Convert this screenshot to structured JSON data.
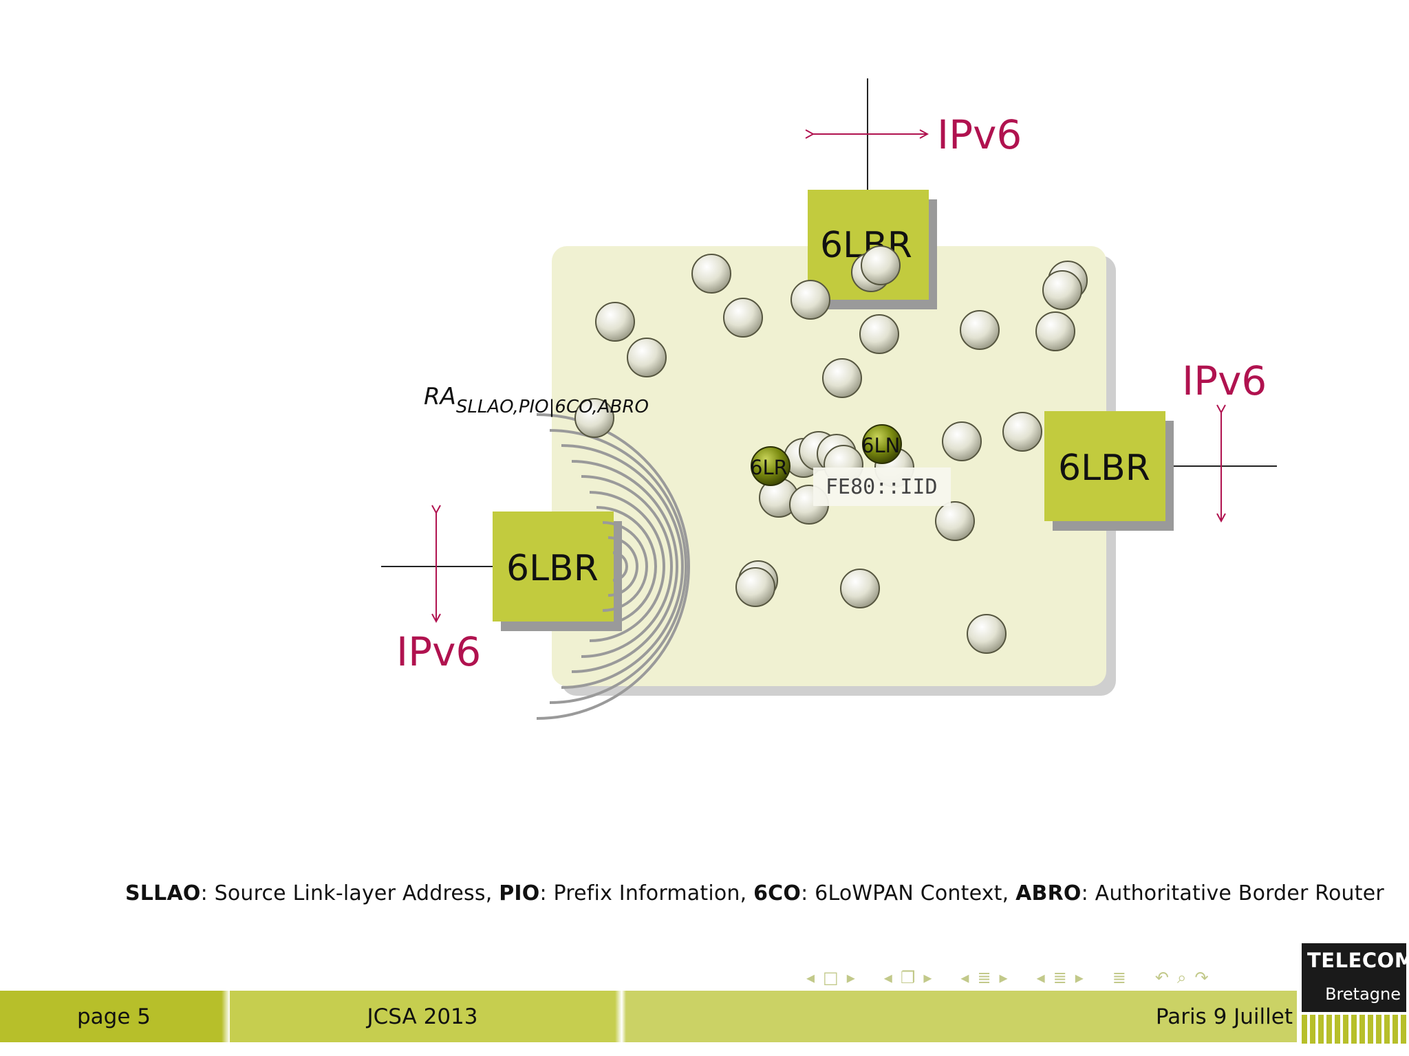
{
  "diagram": {
    "routers": [
      {
        "id": "top",
        "label": "6LBR",
        "ipv6": "IPv6"
      },
      {
        "id": "right",
        "label": "6LBR",
        "ipv6": "IPv6"
      },
      {
        "id": "left",
        "label": "6LBR",
        "ipv6": "IPv6"
      }
    ],
    "nodes": {
      "router_node": "6LR",
      "host_node": "6LN"
    },
    "link_local_address": "FE80::IID",
    "ra": {
      "base": "RA",
      "subscript": "SLLAO,PIO|6CO,ABRO"
    },
    "colors": {
      "router": "#c2cb3e",
      "ipv6": "#b0124f",
      "area": "#f0f1d2",
      "node": "#e4e4d6",
      "active_node": "#6b7a0a"
    }
  },
  "footnote": {
    "t1": "SLLAO",
    "d1": ": Source Link-layer Address, ",
    "t2": "PIO",
    "d2": ": Prefix Information, ",
    "t3": "6CO",
    "d3": ": 6LoWPAN Context, ",
    "t4": "ABRO",
    "d4": ": Authoritative Border Router"
  },
  "footer": {
    "page": "page 5",
    "conference": "JCSA 2013",
    "date": "Paris 9 Juillet"
  },
  "logo": {
    "top": "TELECOM",
    "bottom": "Bretagne"
  }
}
